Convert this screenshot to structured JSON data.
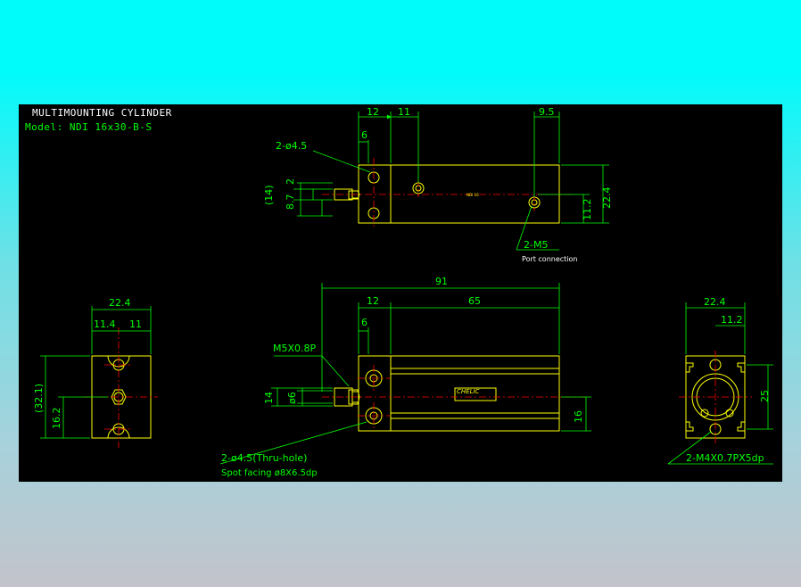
{
  "title": "MULTIMOUNTING CYLINDER",
  "model": "Model: NDI 16x30-B-S",
  "top_view": {
    "dims": [
      "12",
      "11",
      "9.5",
      "6",
      "(14)",
      "8.7",
      "2",
      "22.4",
      "11.2"
    ],
    "callout_holes": "2-ø4.5",
    "callout_port": "2-M5",
    "port_note": "Port connection",
    "body_mark": "NDI 16"
  },
  "front_view": {
    "dims": [
      "91",
      "12",
      "65",
      "6",
      "14",
      "ø6",
      "16"
    ],
    "thread": "M5X0.8P",
    "callout_holes": "2-ø4.5(Thru-hole)",
    "spot_facing": "Spot facing  ø8X6.5dp",
    "logo": "CHELIC"
  },
  "left_view": {
    "dims": [
      "22.4",
      "11.4",
      "11",
      "(32.1)",
      "16.2"
    ]
  },
  "right_view": {
    "dims": [
      "22.4",
      "11.2",
      "25"
    ],
    "callout": "2-M4X0.7PX5dp"
  },
  "colors": {
    "background_top": "#00fbfb",
    "background_bottom": "#c3c3cb",
    "drawing_bg": "#000000",
    "title_text": "#ffffff",
    "model_text": "#00ff00",
    "outline": "#ffff00",
    "dimension": "#00ff00",
    "centerline": "#ff0000",
    "note": "#ffffff"
  }
}
